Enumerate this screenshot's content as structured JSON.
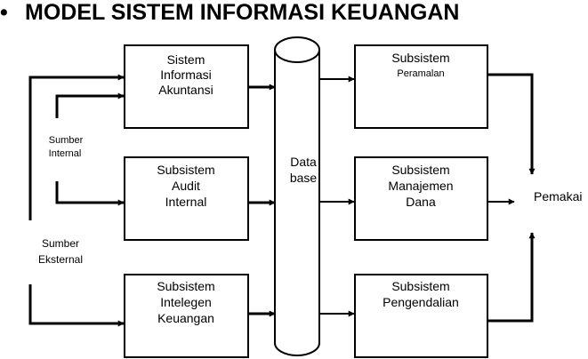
{
  "title": {
    "bullet": "•",
    "text": "MODEL SISTEM INFORMASI KEUANGAN"
  },
  "sources": {
    "internal": [
      "Sumber",
      "Internal"
    ],
    "external": [
      "Sumber",
      "Eksternal"
    ]
  },
  "input_boxes": [
    {
      "lines": [
        "Sistem",
        "Informasi",
        "Akuntansi"
      ]
    },
    {
      "lines": [
        "Subsistem",
        "Audit",
        "Internal"
      ]
    },
    {
      "lines": [
        "Subsistem",
        "Intelegen",
        "Keuangan"
      ]
    }
  ],
  "database": {
    "lines": [
      "Data",
      "base"
    ]
  },
  "output_boxes": [
    {
      "lines": [
        "Subsistem",
        "Peramalan"
      ]
    },
    {
      "lines": [
        "Subsistem",
        "Manajemen",
        "Dana"
      ]
    },
    {
      "lines": [
        "Subsistem",
        "Pengendalian"
      ]
    }
  ],
  "user": {
    "label": "Pemakai"
  },
  "colors": {
    "line": "#000000",
    "fill": "#ffffff"
  }
}
